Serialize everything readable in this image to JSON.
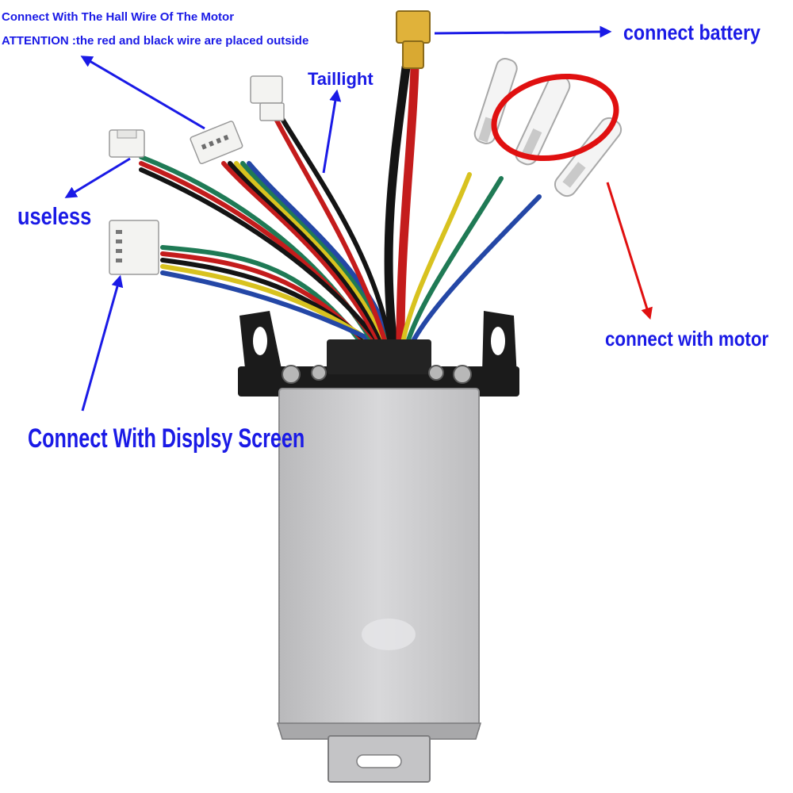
{
  "labels": {
    "hall_title": "Connect With The Hall Wire Of The Motor",
    "hall_note": "ATTENTION :the red and black wire are placed outside",
    "battery": "connect battery",
    "taillight": "Taillight",
    "useless": "useless",
    "motor": "connect with motor",
    "display": "Connect With Displsy Screen"
  },
  "colors": {
    "label_text": "#1a1ae6",
    "blue_arrow": "#1a1ae6",
    "red_arrow": "#e01010",
    "highlight_ring": "#e01010",
    "housing_silver": "#c9c9cb",
    "bracket_black": "#1b1b1b",
    "connector_white": "#f3f3f1",
    "connector_yellow": "#e0b23a",
    "wire_red": "#c41c1c",
    "wire_black": "#141414",
    "wire_yellow": "#d8c21f",
    "wire_green": "#1f7a55",
    "wire_blue": "#2447a6"
  }
}
